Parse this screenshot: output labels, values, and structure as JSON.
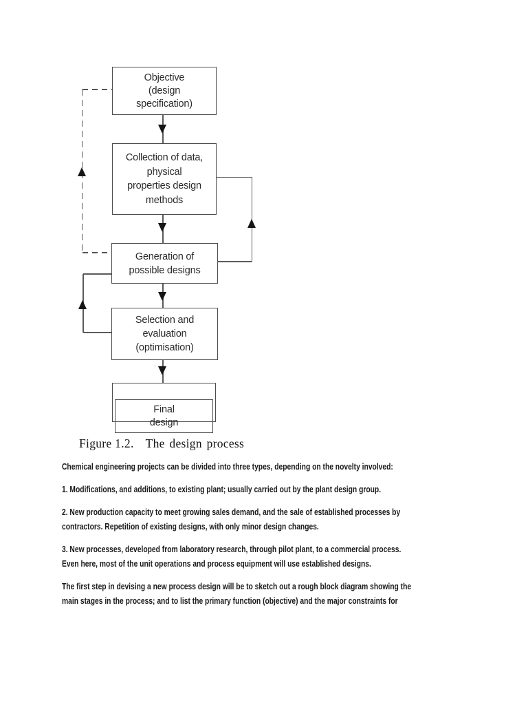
{
  "figure": {
    "caption": {
      "label": "Figure 1.2.",
      "title": "The design process"
    },
    "nodes": {
      "objective": "Objective\n(design\nspecification)",
      "collection": "Collection of data,\nphysical\nproperties design\nmethods",
      "generation": "Generation of\npossible designs",
      "selection": "Selection and\nevaluation\n(optimisation)",
      "final": "Final\ndesign"
    },
    "edges": [
      {
        "from": "objective",
        "to": "collection",
        "style": "solid-arrow-down"
      },
      {
        "from": "collection",
        "to": "generation",
        "style": "solid-arrow-down"
      },
      {
        "from": "generation",
        "to": "selection",
        "style": "solid-arrow-down"
      },
      {
        "from": "selection",
        "to": "final",
        "style": "solid-arrow-down"
      },
      {
        "from": "generation",
        "to": "collection",
        "style": "solid-feedback-right-up"
      },
      {
        "from": "selection",
        "to": "generation",
        "style": "solid-feedback-left-up"
      },
      {
        "from": "generation",
        "to": "objective",
        "style": "dashed-feedback-left-up"
      }
    ],
    "colors": {
      "box_border": "#4d4d4d",
      "line": "#5a5a5a",
      "arrowhead": "#161616",
      "box_text": "#2b2b2b"
    }
  },
  "body": {
    "paragraphs": [
      "Chemical engineering projects can be divided into three types, depending on the novelty involved:",
      "1. Modifications, and additions, to existing plant; usually carried out by the plant design group.",
      "2. New production capacity to meet growing sales demand, and the sale of established processes by\ncontractors. Repetition of existing designs, with only minor design changes.",
      "3. New processes, developed from laboratory research, through pilot plant, to a commercial process.\nEven here, most of the unit operations and process equipment will use established designs.",
      "The first step in devising a new process design will be to sketch out a rough block diagram showing the\nmain stages in the process; and to list the primary function (objective) and the major constraints for"
    ]
  }
}
